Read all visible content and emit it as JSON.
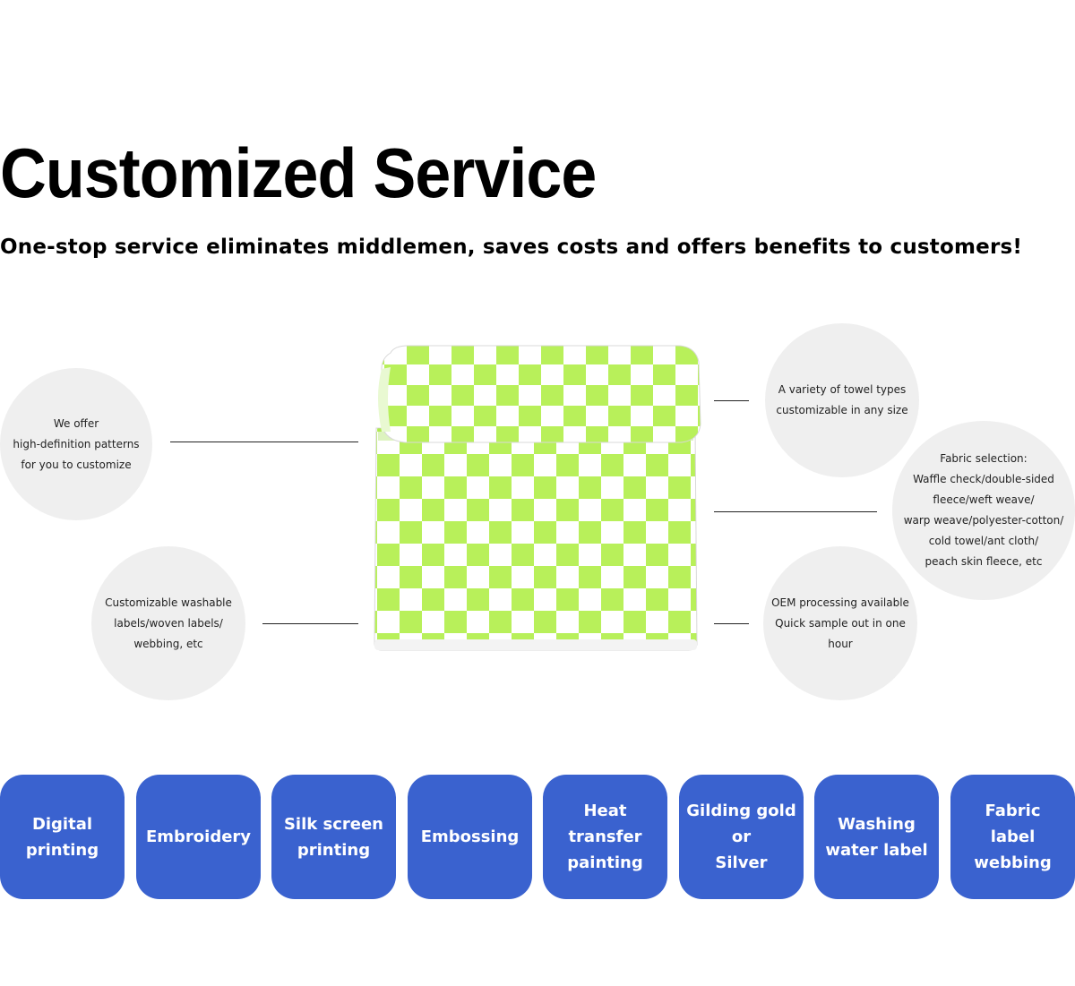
{
  "heading": {
    "title": "Customized Service",
    "subtitle": "One-stop service eliminates middlemen, saves costs and offers benefits to customers!"
  },
  "colors": {
    "chip_bg": "#3a62cf",
    "bubble_bg": "#efefef",
    "towel_green": "#b8f05a"
  },
  "bubbles": {
    "left_top": "We offer\nhigh-definition patterns\nfor you to customize",
    "left_bottom": "Customizable washable\nlabels/woven labels/\nwebbing, etc",
    "right_top": "A variety of towel types\ncustomizable in any size",
    "right_middle": "Fabric selection:\nWaffle check/double-sided\nfleece/weft weave/\nwarp weave/polyester-cotton/\ncold towel/ant cloth/\npeach skin fleece, etc",
    "right_bottom": "OEM processing available\nQuick sample out in one hour"
  },
  "chips": [
    "Digital\nprinting",
    "Embroidery",
    "Silk screen\nprinting",
    "Embossing",
    "Heat\ntransfer\npainting",
    "Gilding gold\nor\nSilver",
    "Washing\nwater label",
    "Fabric\nlabel webbing"
  ]
}
